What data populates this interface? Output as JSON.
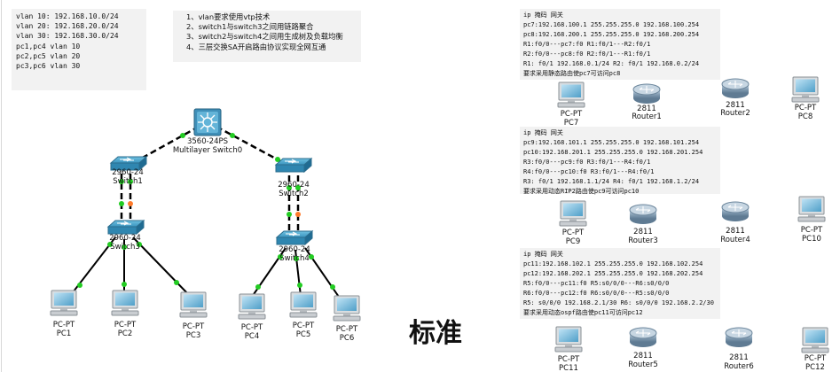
{
  "vlan_note": {
    "lines": [
      "vlan 10: 192.168.10.0/24",
      "vlan 20: 192.168.20.0/24",
      "vlan 30: 192.168.30.0/24",
      "",
      "pc1,pc4 vlan 10",
      "pc2,pc5 vlan 20",
      "pc3,pc6 vlan 30"
    ]
  },
  "requirements_note": {
    "lines": [
      "1、vlan要求使用vtp技术",
      "2、switch1与switch3之间用链路聚合",
      "3、switch2与switch4之间用生成树及负载均衡",
      "4、三层交换SA开启路由协议实现全网互通"
    ]
  },
  "routing_notes": [
    {
      "lines": [
        "ip 掩码 网关",
        "pc7:192.168.100.1 255.255.255.0 192.168.100.254",
        "pc8:192.168.200.1 255.255.255.0 192.168.200.254",
        "R1:f0/0---pc7:f0 R1:f0/1---R2:f0/1",
        "R2:f0/0---pc8:f0 R2:f0/1---R1:f0/1",
        "R1: f0/1 192.168.0.1/24 R2: f0/1 192.168.0.2/24",
        "要求采用静态路由使pc7可访问pc8"
      ]
    },
    {
      "lines": [
        "ip 掩码 网关",
        "pc9:192.168.101.1 255.255.255.0 192.168.101.254",
        "pc10:192.168.201.1 255.255.255.0 192.168.201.254",
        "R3:f0/0---pc9:f0 R3:f0/1---R4:f0/1",
        "R4:f0/0---pc10:f0 R3:f0/1---R4:f0/1",
        "R3: f0/1 192.168.1.1/24 R4: f0/1 192.168.1.2/24",
        "要求采用动态RIP2路由使pc9可访问pc10"
      ]
    },
    {
      "lines": [
        "ip 掩码 网关",
        "pc11:192.168.102.1 255.255.255.0 192.168.102.254",
        "pc12:192.168.202.1 255.255.255.0 192.168.202.254",
        "R5:f0/0---pc11:f0 R5:s0/0/0---R6:s0/0/0",
        "R6:f0/0---pc12:f0 R6:s0/0/0---R5:s0/0/0",
        "R5: s0/0/0 192.168.2.1/30 R6: s0/0/0 192.168.2.2/30",
        "要求采用动态ospf路由使pc11可访问pc12"
      ]
    }
  ],
  "fragment_text": "标准",
  "devices": {
    "ms0": {
      "type": "3560-24PS",
      "name": "Multilayer Switch0"
    },
    "sw1": {
      "type": "2960-24",
      "name": "Switch1"
    },
    "sw2": {
      "type": "2960-24",
      "name": "Switch2"
    },
    "sw3": {
      "type": "2960-24",
      "name": "Switch3"
    },
    "sw4": {
      "type": "2960-24",
      "name": "Switch4"
    },
    "pc1": {
      "type": "PC-PT",
      "name": "PC1"
    },
    "pc2": {
      "type": "PC-PT",
      "name": "PC2"
    },
    "pc3": {
      "type": "PC-PT",
      "name": "PC3"
    },
    "pc4": {
      "type": "PC-PT",
      "name": "PC4"
    },
    "pc5": {
      "type": "PC-PT",
      "name": "PC5"
    },
    "pc6": {
      "type": "PC-PT",
      "name": "PC6"
    },
    "pc7": {
      "type": "PC-PT",
      "name": "PC7"
    },
    "pc8": {
      "type": "PC-PT",
      "name": "PC8"
    },
    "pc9": {
      "type": "PC-PT",
      "name": "PC9"
    },
    "pc10": {
      "type": "PC-PT",
      "name": "PC10"
    },
    "pc11": {
      "type": "PC-PT",
      "name": "PC11"
    },
    "pc12": {
      "type": "PC-PT",
      "name": "PC12"
    },
    "r1": {
      "type": "2811",
      "name": "Router1"
    },
    "r2": {
      "type": "2811",
      "name": "Router2"
    },
    "r3": {
      "type": "2811",
      "name": "Router3"
    },
    "r4": {
      "type": "2811",
      "name": "Router4"
    },
    "r5": {
      "type": "2811",
      "name": "Router5"
    },
    "r6": {
      "type": "2811",
      "name": "Router6"
    }
  },
  "colors": {
    "link_up": "#22cc22",
    "link_blocked": "#ff7a2a",
    "switch_body": "#3a95bf",
    "router_body": "#8aa3b8",
    "note_bg": "#f2f2f2"
  }
}
